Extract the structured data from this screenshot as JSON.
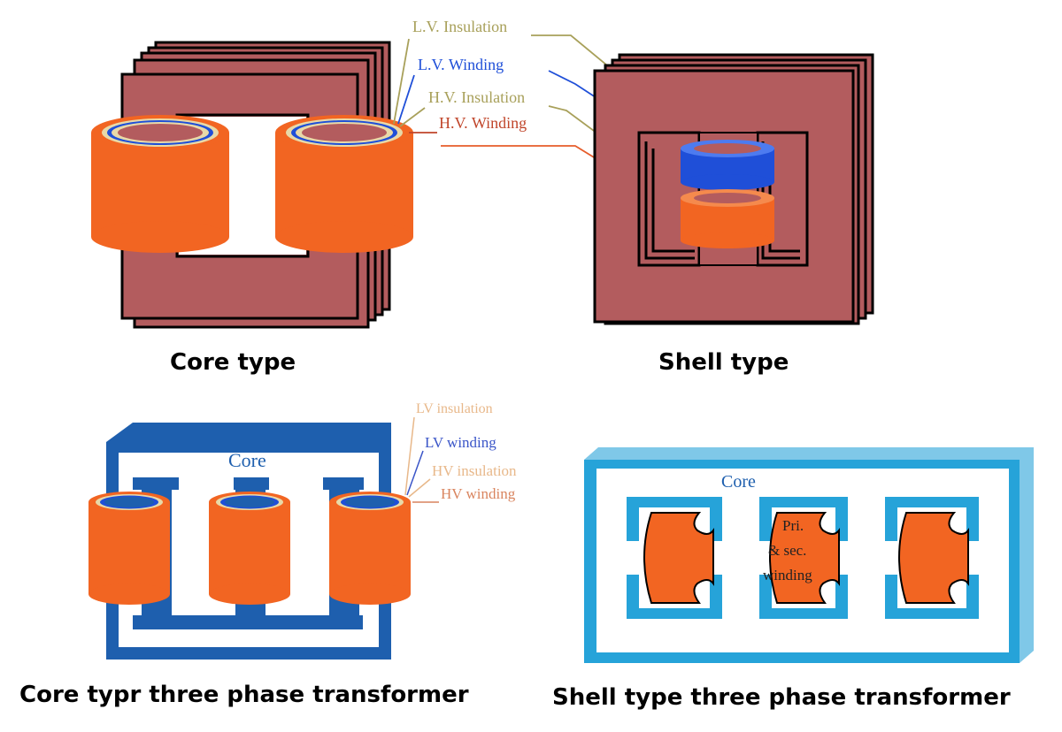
{
  "top_left": {
    "caption": "Core type",
    "labels": {
      "lv_insulation": "L.V. Insulation",
      "lv_winding": "L.V. Winding",
      "hv_insulation": "H.V. Insulation",
      "hv_winding": "H.V. Winding"
    }
  },
  "top_right": {
    "caption": "Shell type"
  },
  "bottom_left": {
    "caption": "Core typr three phase transformer",
    "core_label": "Core",
    "labels": {
      "lv_insulation": "LV insulation",
      "lv_winding": "LV winding",
      "hv_insulation": "HV insulation",
      "hv_winding": "HV winding"
    }
  },
  "bottom_right": {
    "caption": "Shell type three phase transformer",
    "core_label": "Core",
    "winding_label_line1": "Pri.",
    "winding_label_line2": "& sec.",
    "winding_label_line3": "winding"
  },
  "colors": {
    "core_iron": "#b35c5e",
    "winding_orange": "#f26522",
    "lv_winding_blue": "#1f4fd8",
    "insulation_tan": "#e8d9a8",
    "core_blue_dark": "#1e5fae",
    "core_blue_light": "#26a3d9"
  }
}
